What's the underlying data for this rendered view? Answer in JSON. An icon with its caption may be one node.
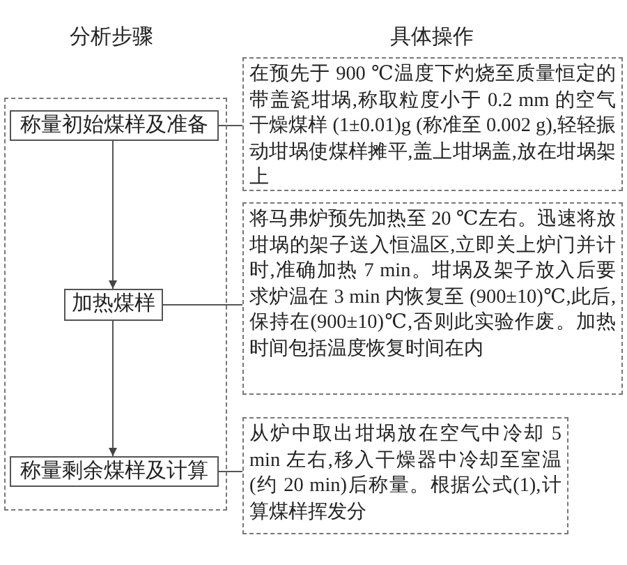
{
  "diagram": {
    "nodes": [
      {
        "text": [],
        "shape": "box"
      },
      {
        "text": [
          "称量初始煤样及准备"
        ],
        "in": 0
      },
      {
        "text": [
          "在预先于 900 ℃温度下灼烧至质量恒定的带盖瓷坩埚,称取粒度小于 0.2 mm 的空气干燥煤样 (1±0.01)g (称准至 0.002 g),轻轻振动坩埚使煤样摊平,盖上坩埚盖,放在坩埚架上"
        ]
      },
      {
        "text": [
          "加热煤样"
        ],
        "in": 0
      },
      {
        "text": [
          "将马弗炉预先加热至 20 ℃左右。迅速将放坩埚的架子送入恒温区,立即关上炉门并计时,准确加热 7 min。坩埚及架子放入后要求炉温在 3 min 内恢复至 (900±10)℃,此后,保持在(900±10)℃,否则此实验作废。加热时间包括温度恢复时间在内"
        ]
      },
      {
        "text": [
          "称量剩余煤样及计算"
        ],
        "in": 0
      },
      {
        "text": [
          "从炉中取出坩埚放在空气中冷却 5 min 左右,移入干燥器中冷却至室温(约 20 min)后称量。根据公式(1),计算煤样挥发分"
        ]
      }
    ],
    "edges": [
      {
        "from": 1,
        "to": 3,
        "arrow": "to"
      },
      {
        "from": 3,
        "to": 5,
        "arrow": "to"
      },
      {
        "from": 1,
        "to": 2,
        "arrow": "none"
      },
      {
        "from": 3,
        "to": 4,
        "arrow": "none"
      },
      {
        "from": 5,
        "to": 6,
        "arrow": "none"
      }
    ],
    "labels": [
      "分析步骤",
      "具体操作"
    ]
  }
}
